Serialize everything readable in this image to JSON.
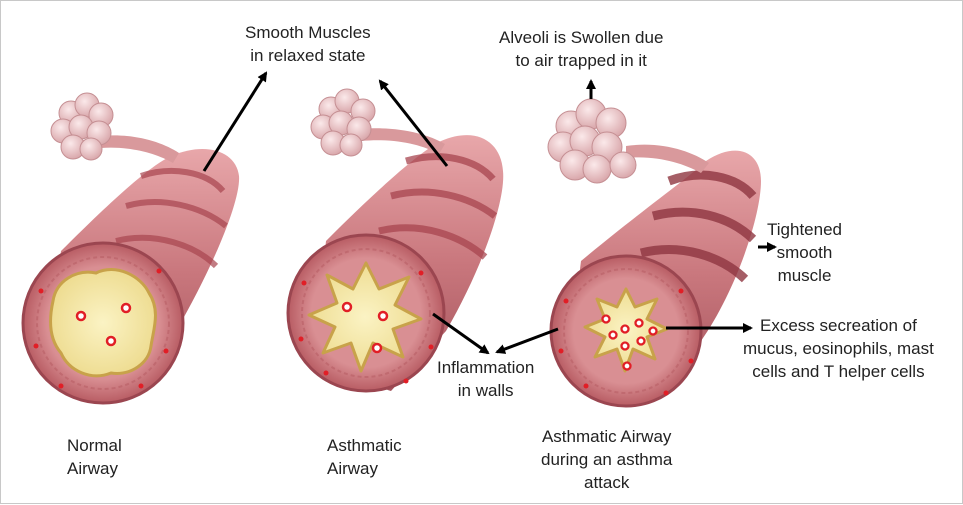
{
  "annotations": {
    "smooth_muscles": [
      "Smooth Muscles",
      "in relaxed state"
    ],
    "alveoli": [
      "Alveoli is Swollen due",
      "to air trapped in it"
    ],
    "tightened": [
      "Tightened",
      "smooth",
      "muscle"
    ],
    "secretion": [
      "Excess secreation of",
      "mucus, eosinophils, mast",
      "cells and T helper cells"
    ],
    "inflammation": [
      "Inflammation",
      "in walls"
    ]
  },
  "captions": {
    "normal": [
      "Normal",
      "Airway"
    ],
    "asthmatic": [
      "Asthmatic",
      "Airway"
    ],
    "attack": [
      "Asthmatic Airway",
      "during an asthma",
      "attack"
    ]
  },
  "colors": {
    "airway_wall": "#c9777d",
    "airway_ring": "#a8454f",
    "airway_face": "#d98f93",
    "mucosa": "#f5e9a6",
    "mucosa_edge": "#c8a24a",
    "inflammation_dots": "#e11e26",
    "alveoli": "#e9c2c4",
    "arrows": "#000000"
  }
}
